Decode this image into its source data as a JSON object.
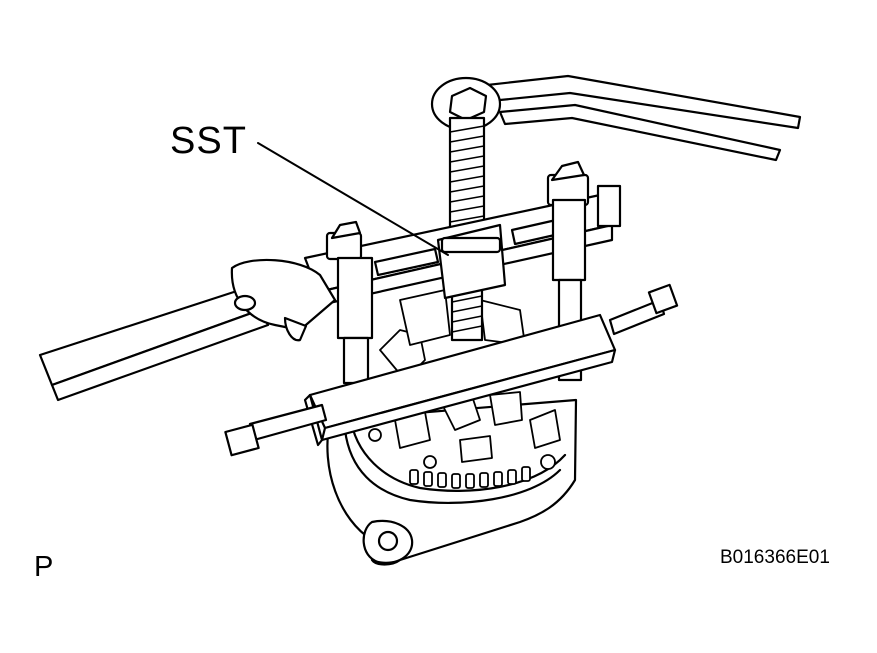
{
  "callout": {
    "text": "SST"
  },
  "corner": {
    "text": "P"
  },
  "figure_code": {
    "text": "B016366E01"
  },
  "colors": {
    "ink": "#000000",
    "paper": "#ffffff"
  }
}
